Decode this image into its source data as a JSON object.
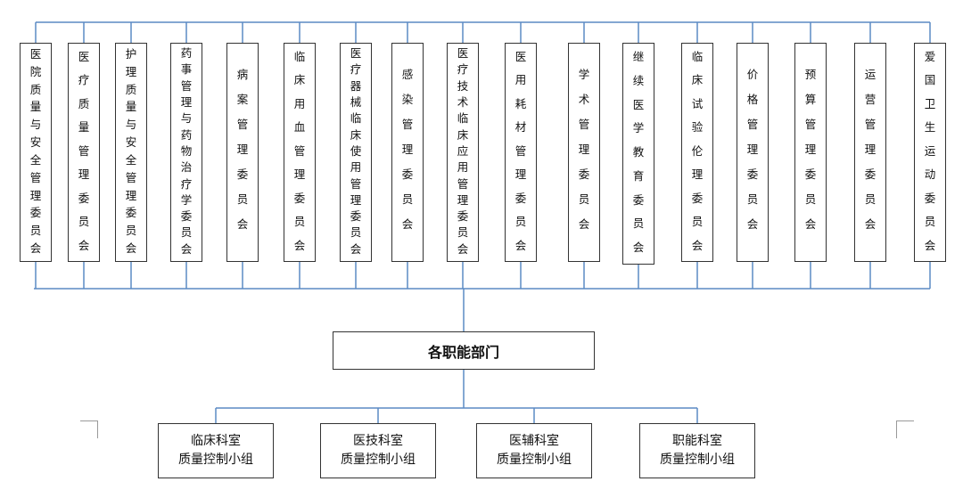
{
  "committees": [
    {
      "label": "医院质量与安全管理委员会"
    },
    {
      "label": "医疗质量管理委员会"
    },
    {
      "label": "护理质量与安全管理委员会"
    },
    {
      "label": "药事管理与药物治疗学委员会"
    },
    {
      "label": "病案管理委员会"
    },
    {
      "label": "临床用血管理委员会"
    },
    {
      "label": "医疗器械临床使用管理委员会"
    },
    {
      "label": "感染管理委员会"
    },
    {
      "label": "医疗技术临床应用管理委员会"
    },
    {
      "label": "医用耗材管理委员会"
    },
    {
      "label": "学术管理委员会"
    },
    {
      "label": "继续医学教育委员会"
    },
    {
      "label": "临床试验伦理委员会"
    },
    {
      "label": "价格管理委员会"
    },
    {
      "label": "预算管理委员会"
    },
    {
      "label": "运营管理委员会"
    },
    {
      "label": "爱国卫生运动委员会"
    }
  ],
  "center": {
    "label": "各职能部门"
  },
  "groups": [
    {
      "line1": "临床科室",
      "line2": "质量控制小组"
    },
    {
      "line1": "医技科室",
      "line2": "质量控制小组"
    },
    {
      "line1": "医辅科室",
      "line2": "质量控制小组"
    },
    {
      "line1": "职能科室",
      "line2": "质量控制小组"
    }
  ],
  "colors": {
    "connector": "#5b8ac4",
    "border": "#333333",
    "text": "#111111"
  }
}
